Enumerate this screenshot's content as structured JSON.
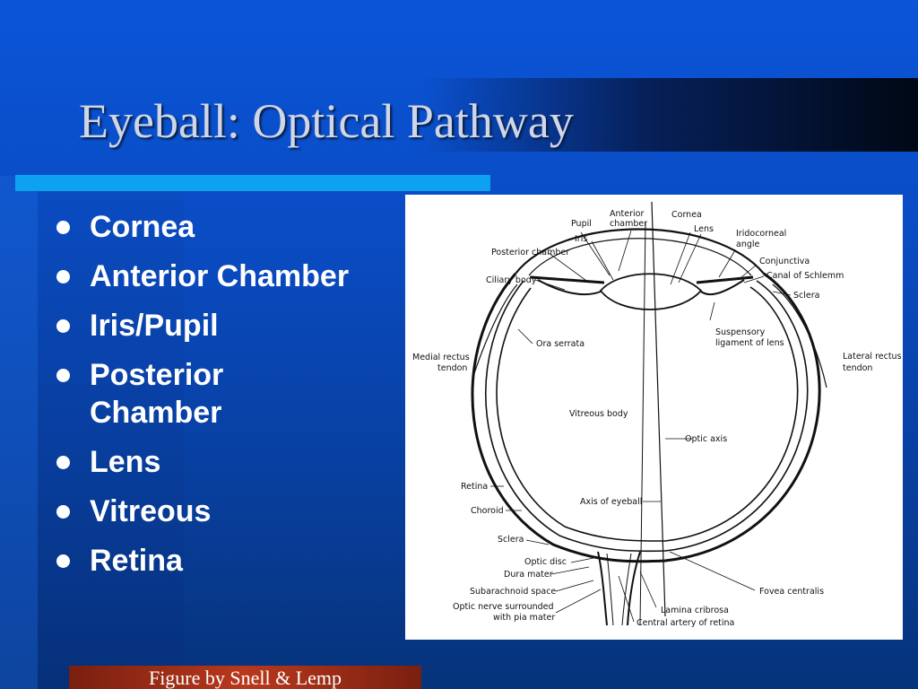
{
  "title": "Eyeball: Optical Pathway",
  "bullets": [
    "Cornea",
    "Anterior Chamber",
    "Iris/Pupil",
    "Posterior Chamber",
    "Lens",
    "Vitreous",
    "Retina"
  ],
  "figure": {
    "labels": {
      "anterior_chamber": [
        "Anterior",
        "chamber"
      ],
      "cornea": "Cornea",
      "pupil": "Pupil",
      "lens": "Lens",
      "iris": "Iris",
      "iridocorneal_angle": [
        "Iridocorneal",
        "angle"
      ],
      "posterior_chamber": "Posterior chamber",
      "conjunctiva": "Conjunctiva",
      "ciliary_body": "Ciliary body",
      "canal_of_schlemm": "Canal of Schlemm",
      "sclera_right": "Sclera",
      "suspensory_ligament": [
        "Suspensory",
        "ligament of lens"
      ],
      "ora_serrata": "Ora serrata",
      "medial_rectus": [
        "Medial rectus",
        "tendon"
      ],
      "lateral_rectus": [
        "Lateral rectus",
        "tendon"
      ],
      "vitreous_body": "Vitreous body",
      "optic_axis": "Optic axis",
      "retina": "Retina",
      "axis_of_eyeball": "Axis of eyeball",
      "choroid": "Choroid",
      "sclera_left": "Sclera",
      "optic_disc": "Optic disc",
      "dura_mater": "Dura mater",
      "subarachnoid_space": "Subarachnoid space",
      "optic_nerve": [
        "Optic nerve surrounded",
        "with pia mater"
      ],
      "fovea_centralis": "Fovea centralis",
      "lamina_cribrosa": "Lamina cribrosa",
      "central_artery": "Central artery of retina"
    }
  },
  "caption": "Figure by Snell & Lemp"
}
